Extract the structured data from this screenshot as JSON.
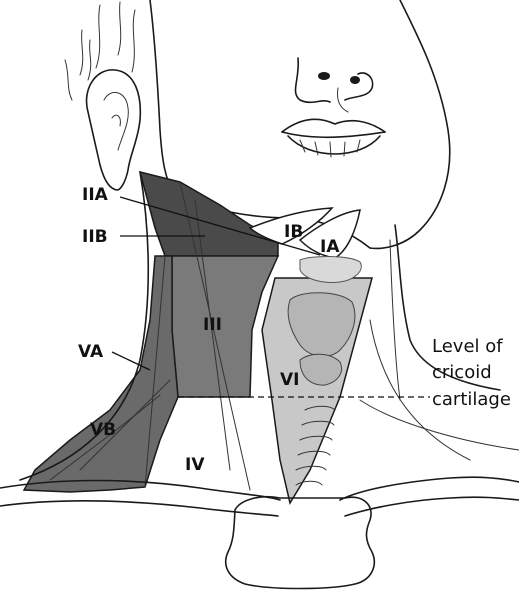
{
  "labels": {
    "iia": "IIA",
    "iib": "IIB",
    "ib": "IB",
    "ia": "IA",
    "iii": "III",
    "va": "VA",
    "vi": "VI",
    "vb": "VB",
    "iv": "IV"
  },
  "annotation": {
    "line1": "Level of",
    "line2": "cricoid",
    "line3": "cartilage"
  },
  "colors": {
    "dark": "#4a4a4a",
    "medium": "#7a7a7a",
    "light": "#c8c8c8",
    "line": "#1a1a1a"
  }
}
